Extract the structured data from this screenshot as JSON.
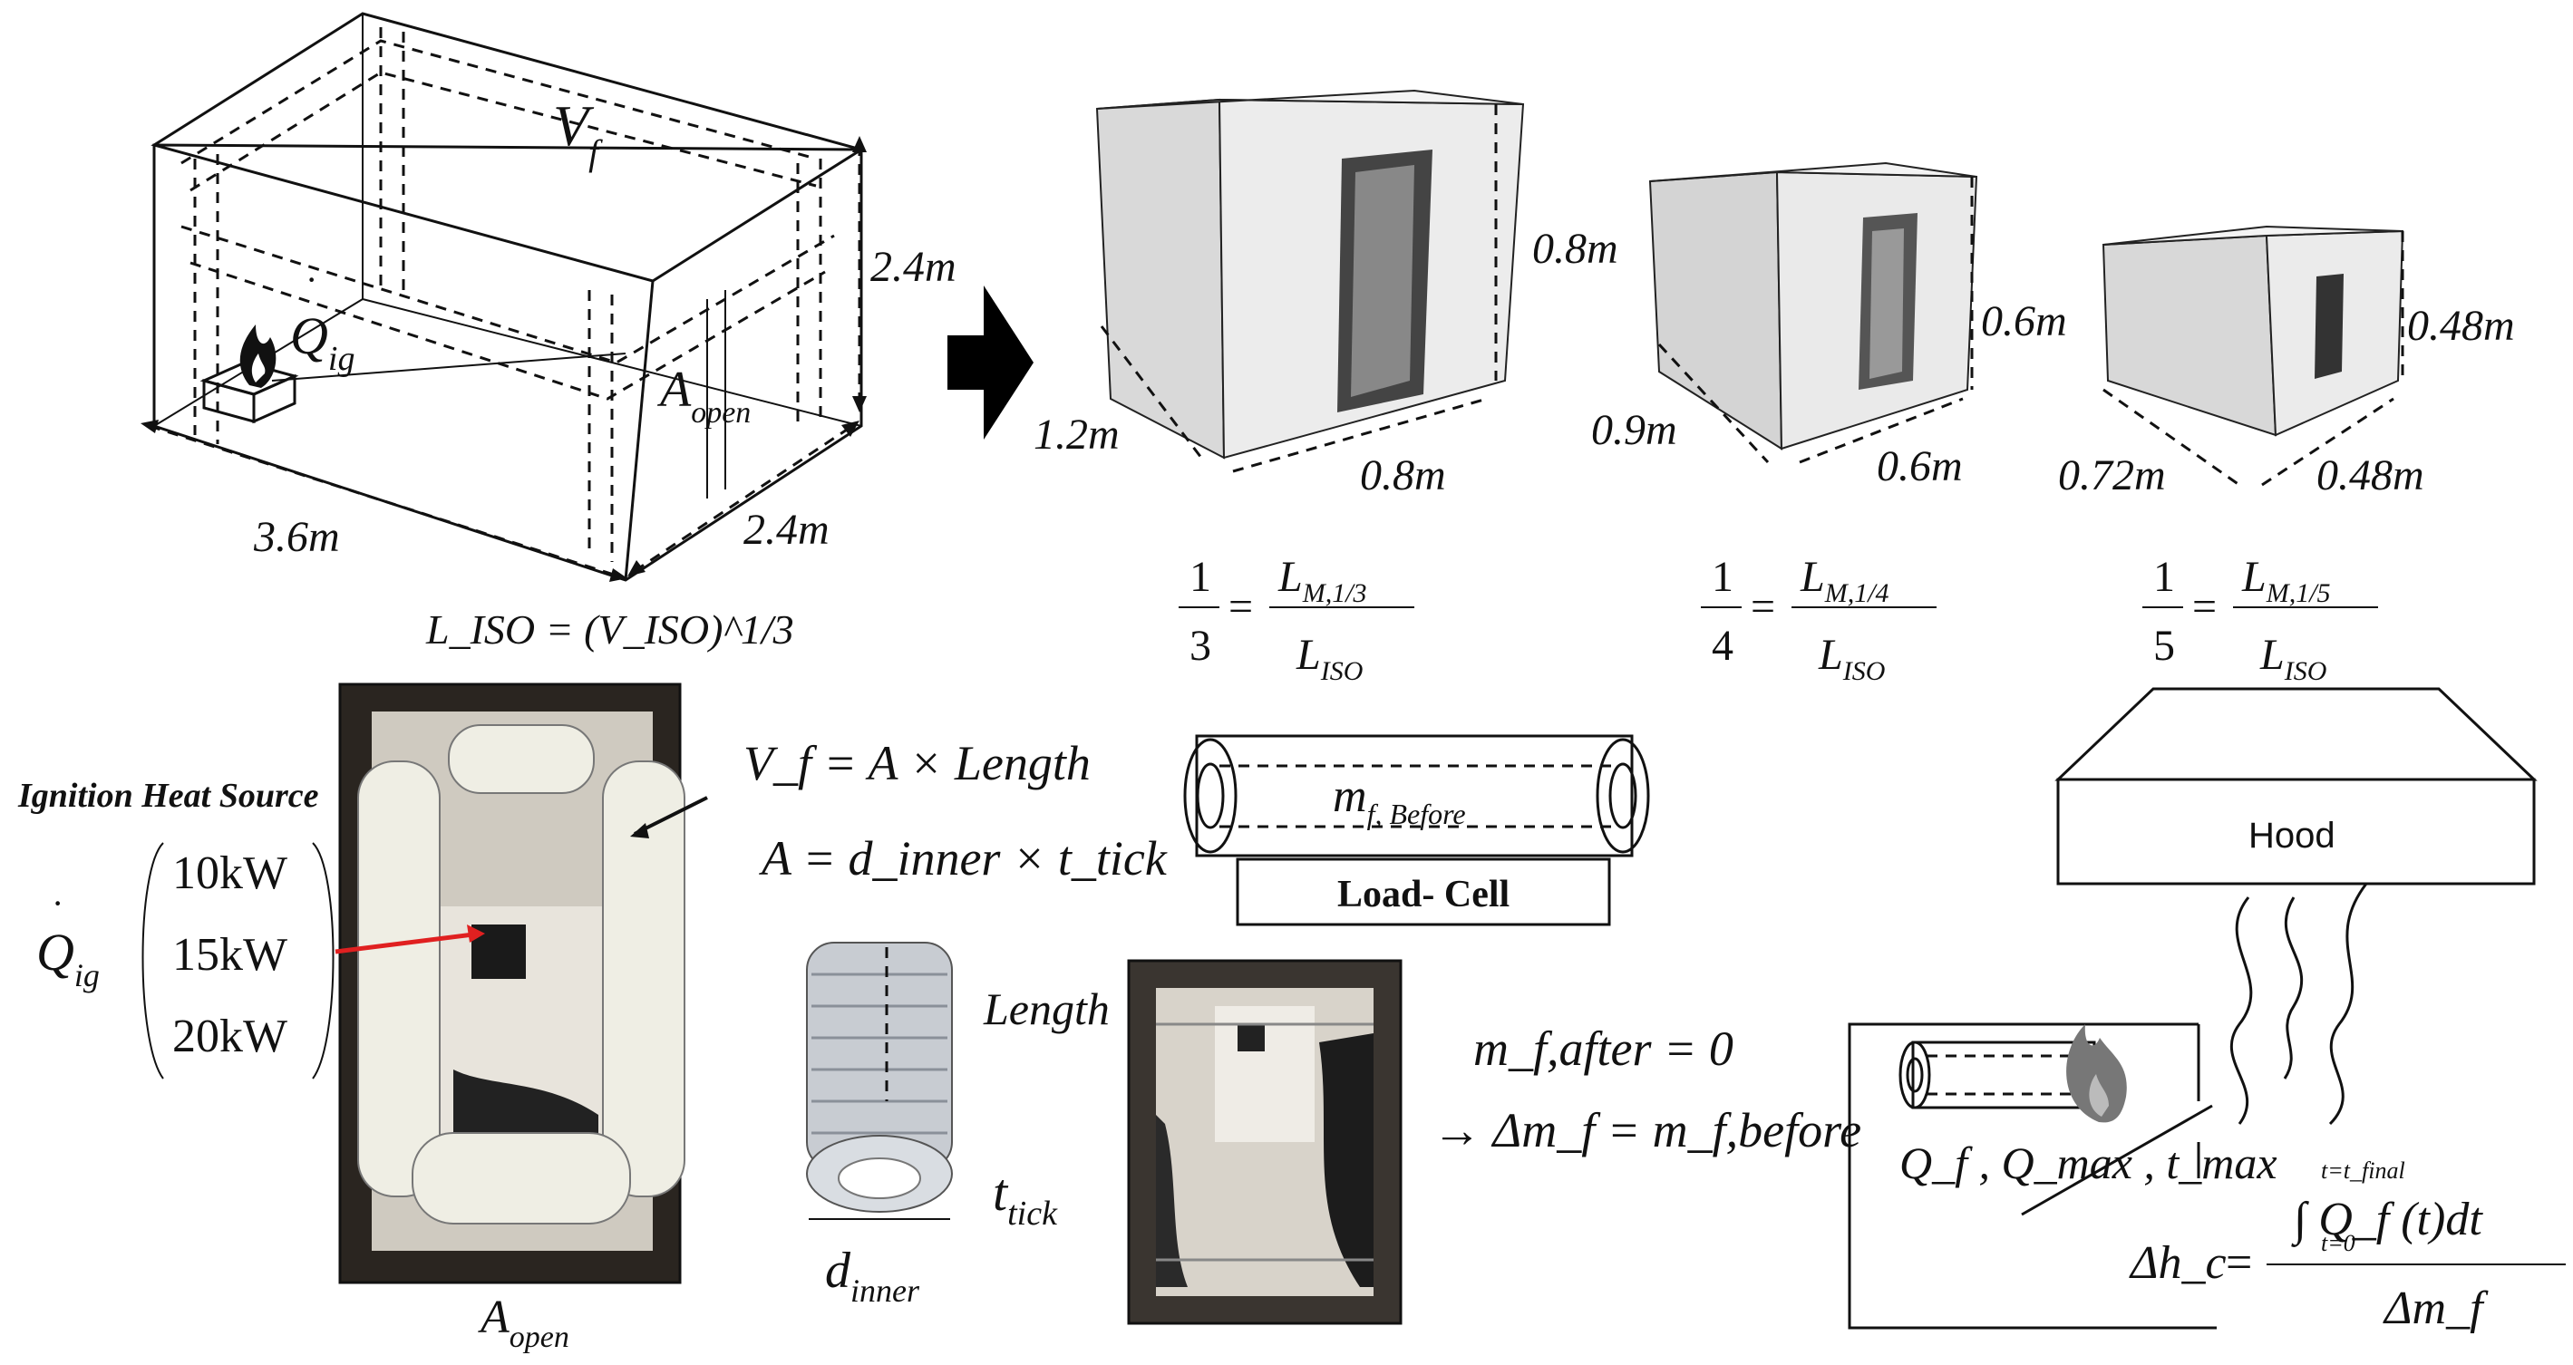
{
  "full_scale_room": {
    "volume_label": "V",
    "volume_sub": "f",
    "height": "2.4m",
    "length": "3.6m",
    "depth": "2.4m",
    "opening_label": "A",
    "opening_sub": "open",
    "ignition_label": "Q",
    "ignition_sub": "ig",
    "length_formula": "L_ISO = (V_ISO)^1/3"
  },
  "reduced_models": [
    {
      "scale_num": "1",
      "scale_den": "3",
      "numerator": "L",
      "numerator_sub": "M,1/3",
      "denominator": "L",
      "denominator_sub": "ISO",
      "height": "0.8m",
      "depth": "1.2m",
      "width": "0.8m"
    },
    {
      "scale_num": "1",
      "scale_den": "4",
      "numerator": "L",
      "numerator_sub": "M,1/4",
      "denominator": "L",
      "denominator_sub": "ISO",
      "height": "0.6m",
      "depth": "0.9m",
      "width": "0.6m"
    },
    {
      "scale_num": "1",
      "scale_den": "5",
      "numerator": "L",
      "numerator_sub": "M,1/5",
      "denominator": "L",
      "denominator_sub": "ISO",
      "height": "0.48m",
      "depth": "0.72m",
      "width": "0.48m"
    }
  ],
  "ignition": {
    "title": "Ignition Heat Source",
    "symbol": "Q",
    "symbol_sub": "ig",
    "powers": [
      "10kW",
      "15kW",
      "20kW"
    ]
  },
  "fuel": {
    "vf_eq": "V_f = A × Length",
    "area_eq": "A = d_inner × t_tick",
    "length_label": "Length",
    "thickness_label": "t",
    "thickness_sub": "tick",
    "diameter_label": "d",
    "diameter_sub": "inner",
    "opening_label": "A",
    "opening_sub": "open"
  },
  "load_cell": {
    "mass_before": "m",
    "mass_before_sub": "f, Before",
    "label": "Load- Cell",
    "mass_after_eq": "m_f,after = 0",
    "delta_eq": "→ Δm_f = m_f,before"
  },
  "hood_setup": {
    "hood_label": "Hood",
    "measured": "Q_f , Q_max , t_max",
    "heat_of_combustion": "Δh_c",
    "integral_num": "∫ Q_f (t)dt",
    "integral_lower": "t=0",
    "integral_upper": "t=t_final",
    "integral_den": "Δm_f"
  }
}
